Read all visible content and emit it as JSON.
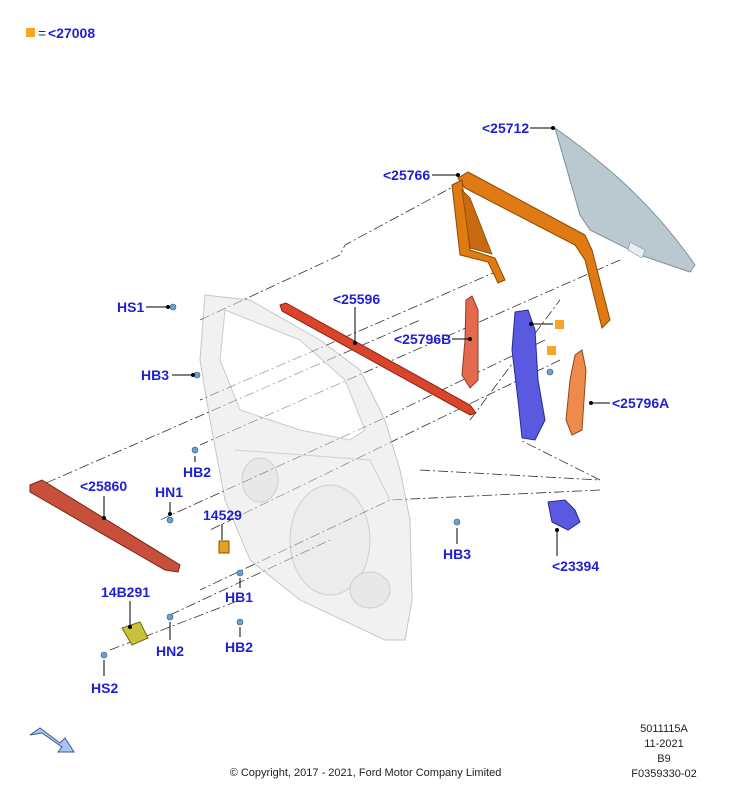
{
  "legend": {
    "swatch_color": "#f5a623",
    "equals": "=",
    "code": "<27008"
  },
  "labels": {
    "p25712": "<25712",
    "p25766": "<25766",
    "p25596": "<25596",
    "p25796B": "<25796B",
    "p25796A": "<25796A",
    "pHS1": "HS1",
    "pHB3_left": "HB3",
    "pHB2_top": "HB2",
    "pHN1": "HN1",
    "p25860": "<25860",
    "p14529": "14529",
    "pHB3_right": "HB3",
    "p23394": "<23394",
    "p14B291": "14B291",
    "pHN2": "HN2",
    "pHB1": "HB1",
    "pHB2_bottom": "HB2",
    "pHS2": "HS2"
  },
  "meta": {
    "line1": "5011115A",
    "line2": "11-2021",
    "line3": "B9",
    "line4": "F0359330-02"
  },
  "copyright": "© Copyright, 2017 - 2021, Ford Motor Company Limited",
  "colors": {
    "label_blue": "#1f1fd6",
    "glass": "#b9c9cf",
    "run_channel": "#e07a12",
    "belt_weatherstrip": "#d9452a",
    "regulator": "#5a5ae0",
    "bracket": "#f08a4b",
    "accent": "#f5a623"
  }
}
